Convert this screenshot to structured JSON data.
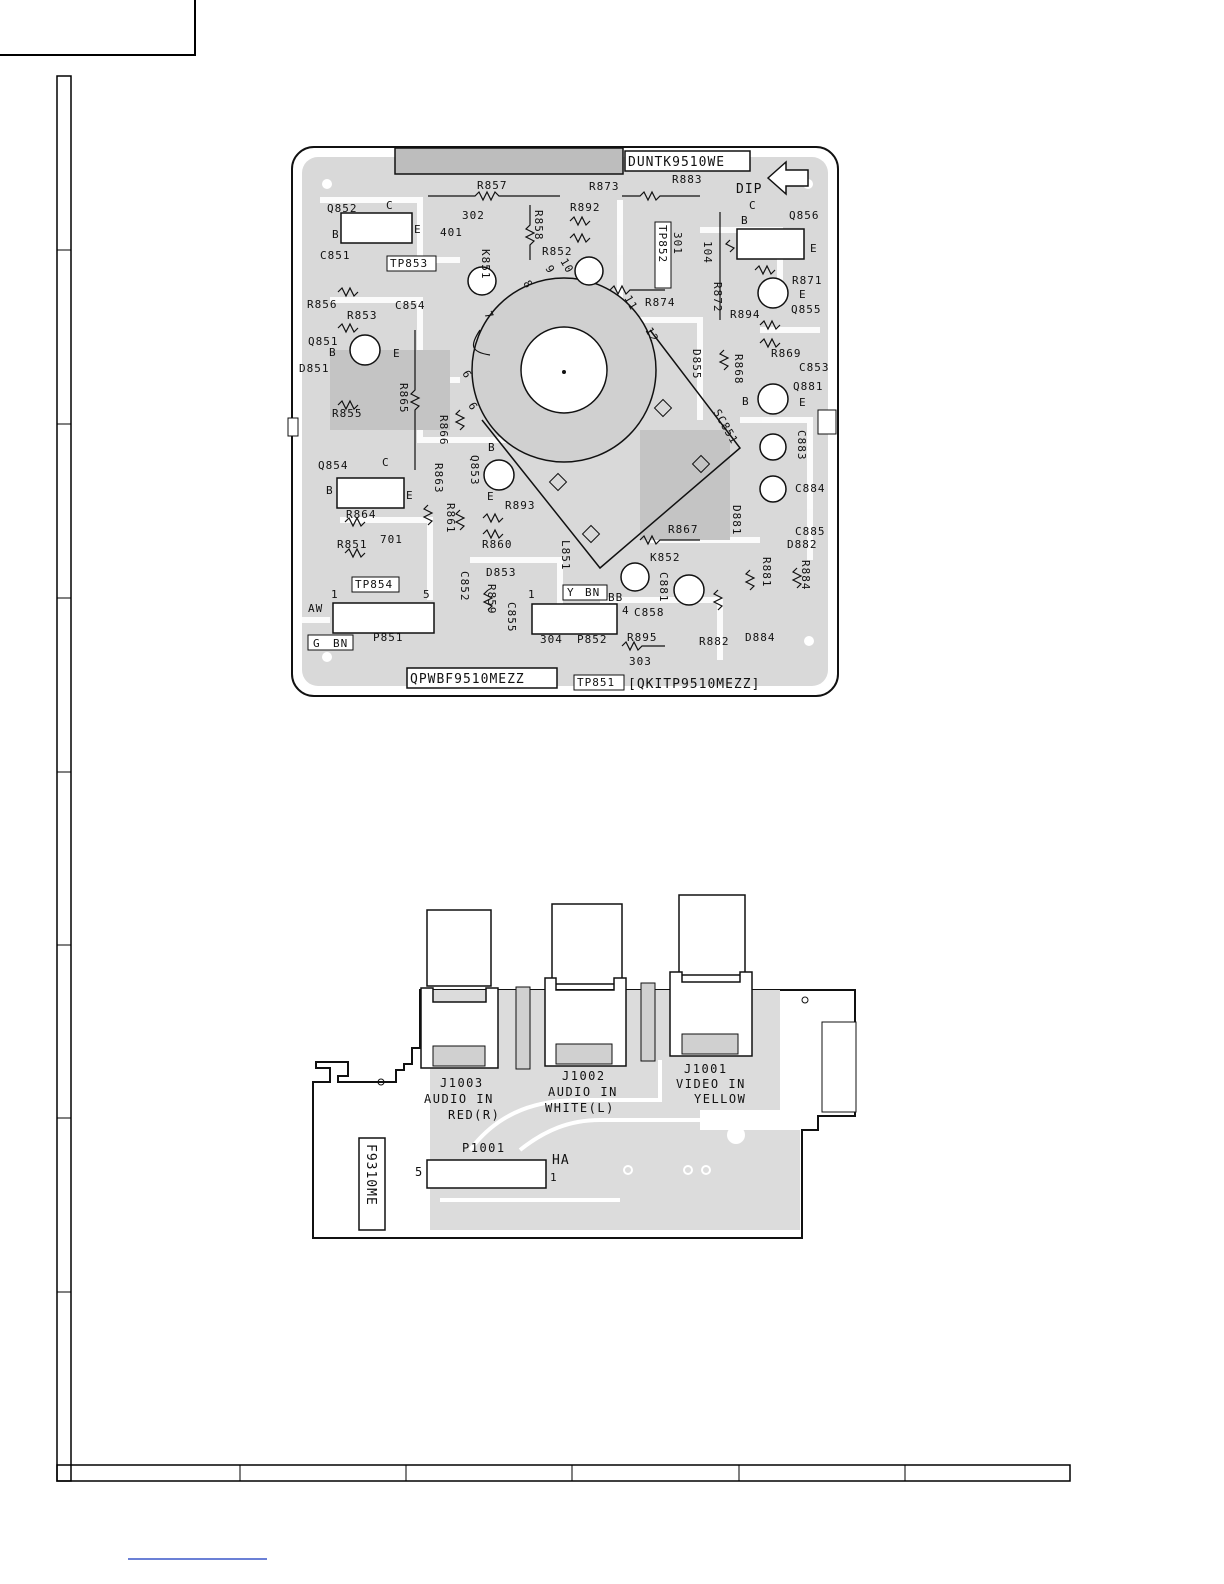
{
  "board_top": {
    "part_number": "DUNTK9510WE",
    "pwb_code": "QPWBF9510MEZZ",
    "kit_code": "[QKITP9510MEZZ]",
    "dip_marker": "DIP",
    "components": [
      {
        "id": "r857",
        "text": "R857"
      },
      {
        "id": "r873",
        "text": "R873"
      },
      {
        "id": "r883",
        "text": "R883"
      },
      {
        "id": "q852",
        "text": "Q852"
      },
      {
        "id": "q852c",
        "text": "C"
      },
      {
        "id": "q852b",
        "text": "B"
      },
      {
        "id": "q852e",
        "text": "E"
      },
      {
        "id": "n302",
        "text": "302"
      },
      {
        "id": "n401",
        "text": "401"
      },
      {
        "id": "r858",
        "text": "R858"
      },
      {
        "id": "r892",
        "text": "R892"
      },
      {
        "id": "r852",
        "text": "R852"
      },
      {
        "id": "n301",
        "text": "301"
      },
      {
        "id": "n104",
        "text": "104"
      },
      {
        "id": "q856",
        "text": "Q856"
      },
      {
        "id": "q856c",
        "text": "C"
      },
      {
        "id": "q856b",
        "text": "B"
      },
      {
        "id": "q856e",
        "text": "E"
      },
      {
        "id": "c851",
        "text": "C851"
      },
      {
        "id": "tp853",
        "text": "TP853"
      },
      {
        "id": "k851",
        "text": "K851"
      },
      {
        "id": "tp852",
        "text": "TP852"
      },
      {
        "id": "r872",
        "text": "R872"
      },
      {
        "id": "r871",
        "text": "R871"
      },
      {
        "id": "r856",
        "text": "R856"
      },
      {
        "id": "c854",
        "text": "C854"
      },
      {
        "id": "r874",
        "text": "R874"
      },
      {
        "id": "r894",
        "text": "R894"
      },
      {
        "id": "q855",
        "text": "Q855"
      },
      {
        "id": "q855e",
        "text": "E"
      },
      {
        "id": "r853",
        "text": "R853"
      },
      {
        "id": "q851",
        "text": "Q851"
      },
      {
        "id": "q851b",
        "text": "B"
      },
      {
        "id": "q851e",
        "text": "E"
      },
      {
        "id": "d851",
        "text": "D851"
      },
      {
        "id": "d855",
        "text": "D855"
      },
      {
        "id": "r868",
        "text": "R868"
      },
      {
        "id": "r869",
        "text": "R869"
      },
      {
        "id": "c853",
        "text": "C853"
      },
      {
        "id": "q881",
        "text": "Q881"
      },
      {
        "id": "q881b",
        "text": "B"
      },
      {
        "id": "q881e",
        "text": "E"
      },
      {
        "id": "r855",
        "text": "R855"
      },
      {
        "id": "r865",
        "text": "R865"
      },
      {
        "id": "r866",
        "text": "R866"
      },
      {
        "id": "sc851",
        "text": "SC851"
      },
      {
        "id": "c883",
        "text": "C883"
      },
      {
        "id": "q854",
        "text": "Q854"
      },
      {
        "id": "q854c",
        "text": "C"
      },
      {
        "id": "q854b",
        "text": "B"
      },
      {
        "id": "q854e",
        "text": "E"
      },
      {
        "id": "q853",
        "text": "Q853"
      },
      {
        "id": "q853b",
        "text": "B"
      },
      {
        "id": "q853e",
        "text": "E"
      },
      {
        "id": "r863",
        "text": "R863"
      },
      {
        "id": "c884",
        "text": "C884"
      },
      {
        "id": "r893",
        "text": "R893"
      },
      {
        "id": "r864",
        "text": "R864"
      },
      {
        "id": "r861",
        "text": "R861"
      },
      {
        "id": "d881",
        "text": "D881"
      },
      {
        "id": "r867",
        "text": "R867"
      },
      {
        "id": "c885",
        "text": "C885"
      },
      {
        "id": "r860",
        "text": "R860"
      },
      {
        "id": "n701",
        "text": "701"
      },
      {
        "id": "r851",
        "text": "R851"
      },
      {
        "id": "d882",
        "text": "D882"
      },
      {
        "id": "l851",
        "text": "L851"
      },
      {
        "id": "d853",
        "text": "D853"
      },
      {
        "id": "k852",
        "text": "K852"
      },
      {
        "id": "r881",
        "text": "R881"
      },
      {
        "id": "r884",
        "text": "R884"
      },
      {
        "id": "c881",
        "text": "C881"
      },
      {
        "id": "tp854",
        "text": "TP854"
      },
      {
        "id": "c852",
        "text": "C852"
      },
      {
        "id": "r859",
        "text": "R859"
      },
      {
        "id": "aw",
        "text": "AW"
      },
      {
        "id": "p851_1",
        "text": "1"
      },
      {
        "id": "p851_5",
        "text": "5"
      },
      {
        "id": "yb_y",
        "text": "Y"
      },
      {
        "id": "yb_bn",
        "text": "BN"
      },
      {
        "id": "bb_1",
        "text": "1"
      },
      {
        "id": "bb_4",
        "text": "4"
      },
      {
        "id": "bb",
        "text": "BB"
      },
      {
        "id": "c855",
        "text": "C855"
      },
      {
        "id": "c858",
        "text": "C858"
      },
      {
        "id": "p851",
        "text": "P851"
      },
      {
        "id": "gb_g",
        "text": "G"
      },
      {
        "id": "gb_bn",
        "text": "BN"
      },
      {
        "id": "n304",
        "text": "304"
      },
      {
        "id": "p852",
        "text": "P852"
      },
      {
        "id": "r895",
        "text": "R895"
      },
      {
        "id": "r882",
        "text": "R882"
      },
      {
        "id": "d884",
        "text": "D884"
      },
      {
        "id": "n303",
        "text": "303"
      },
      {
        "id": "tp851",
        "text": "TP851"
      },
      {
        "id": "pin6",
        "text": "6"
      },
      {
        "id": "pin7",
        "text": "7"
      },
      {
        "id": "pin8",
        "text": "8"
      },
      {
        "id": "pin9",
        "text": "9"
      },
      {
        "id": "pin10",
        "text": "10"
      },
      {
        "id": "pin11",
        "text": "11"
      },
      {
        "id": "pin12",
        "text": "12"
      },
      {
        "id": "pin6b",
        "text": "6"
      }
    ]
  },
  "board_bottom": {
    "code": "F9310ME",
    "connector": "P1001",
    "connector_group": "HA",
    "pin_left": "5",
    "pin_right": "1",
    "jacks": [
      {
        "ref": "J1003",
        "line1": "AUDIO IN",
        "line2": "RED(R)"
      },
      {
        "ref": "J1002",
        "line1": "AUDIO IN",
        "line2": "WHITE(L)"
      },
      {
        "ref": "J1001",
        "line1": "VIDEO IN",
        "line2": "YELLOW"
      }
    ]
  }
}
